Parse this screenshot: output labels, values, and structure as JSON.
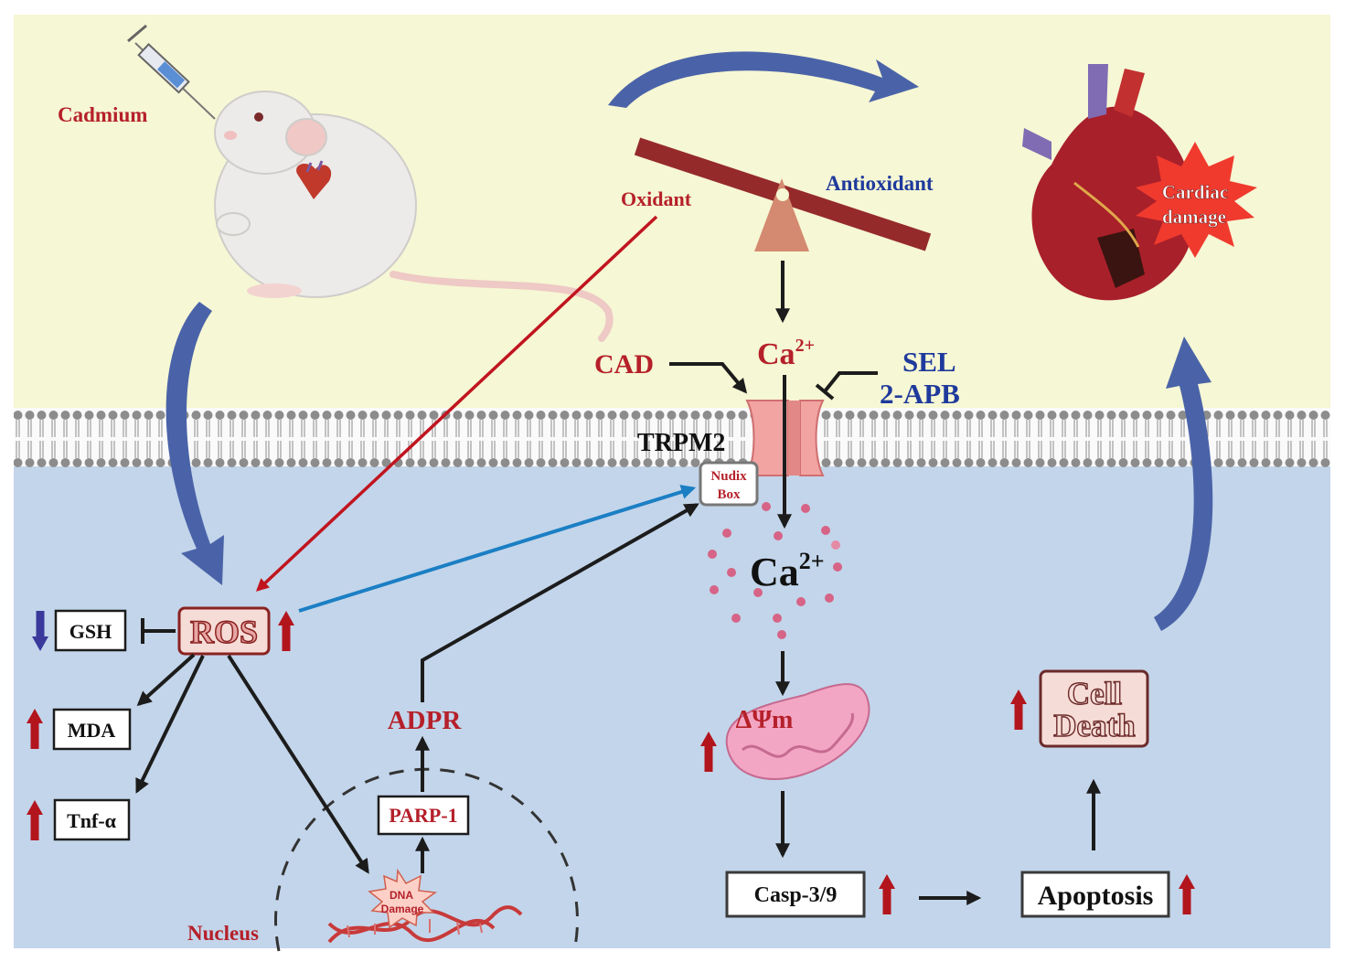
{
  "labels": {
    "cadmium": "Cadmium",
    "oxidant": "Oxidant",
    "antioxidant": "Antioxidant",
    "cardiac_damage_line1": "Cardiac",
    "cardiac_damage_line2": "damage",
    "cad": "CAD",
    "ca_top_base": "Ca",
    "ca_top_sup": "2+",
    "sel": "SEL",
    "apb": "2-APB",
    "trpm2": "TRPM2",
    "nudix_line1": "Nudix",
    "nudix_line2": "Box",
    "ca_cyto_base": "Ca",
    "ca_cyto_sup": "2+",
    "ros": "ROS",
    "gsh": "GSH",
    "mda": "MDA",
    "tnf": "Tnf-α",
    "adpr": "ADPR",
    "parp1": "PARP-1",
    "dna_line1": "DNA",
    "dna_line2": "Damage",
    "nucleus": "Nucleus",
    "dpsim": "ΔΨm",
    "casp": "Casp-3/9",
    "apoptosis": "Apoptosis",
    "cell_line1": "Cell",
    "cell_line2": "Death"
  },
  "colors": {
    "outside_bg": "#f6f7d4",
    "inside_bg": "#c3d5ea",
    "dark_red": "#b5202a",
    "navy": "#1f3a9c",
    "blue_arrow": "#1b7fc4",
    "flow_arrow": "#4a63a8",
    "up_arrow": "#b3151d",
    "down_arrow": "#3a3a9c"
  }
}
